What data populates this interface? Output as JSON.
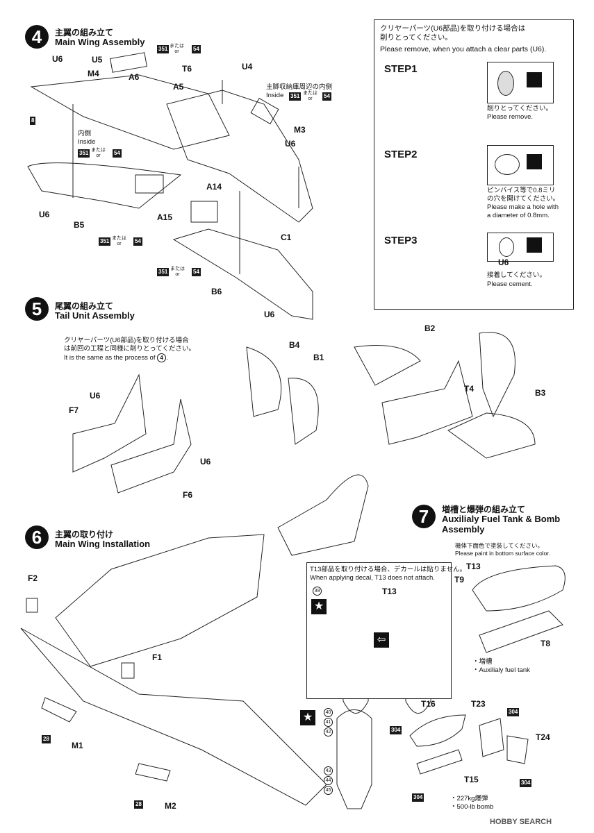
{
  "step4": {
    "number": "4",
    "title_jp": "主翼の組み立て",
    "title_en": "Main Wing Assembly",
    "parts": [
      "U6",
      "U5",
      "M4",
      "A6",
      "T6",
      "U4",
      "A5",
      "M3",
      "U6",
      "A14",
      "A15",
      "B5",
      "U6",
      "C1",
      "B6",
      "U6",
      "8"
    ],
    "inside_jp": "内側",
    "inside_en": "Inside",
    "wheel_well_jp": "主脚収納庫周辺の内側",
    "wheel_well_en": "Inside",
    "paint_a": "351",
    "paint_b": "54",
    "mataha": "または",
    "or": "or"
  },
  "clear_box": {
    "note_jp_1": "クリヤーパーツ(U6部品)を取り付ける場合は",
    "note_jp_2": "削りとってください。",
    "note_en": "Please remove, when you attach a clear parts (U6).",
    "step1": "STEP1",
    "step1_jp": "削りとってください。",
    "step1_en": "Please remove.",
    "step2": "STEP2",
    "step2_jp_1": "ピンバイス等で0.8ミリ",
    "step2_jp_2": "の穴を開けてください。",
    "step2_en_1": "Please make a hole with",
    "step2_en_2": "a diameter of 0.8mm.",
    "step3": "STEP3",
    "step3_part": "U6",
    "step3_jp": "接着してください。",
    "step3_en": "Please cement."
  },
  "step5": {
    "number": "5",
    "title_jp": "尾翼の組み立て",
    "title_en": "Tail Unit Assembly",
    "note_jp_1": "クリヤーパーツ(U6部品)を取り付ける場合",
    "note_jp_2": "は前回の工程と同様に削りとってください。",
    "note_en": "It is the same as the process of",
    "note_ref": "4",
    "parts": [
      "U6",
      "F7",
      "U6",
      "F6",
      "B4",
      "B1",
      "B2",
      "T4",
      "B3"
    ]
  },
  "step6": {
    "number": "6",
    "title_jp": "主翼の取り付け",
    "title_en": "Main Wing Installation",
    "parts": [
      "F2",
      "F1",
      "M1",
      "M2"
    ],
    "paint_28": "28",
    "decal_note_jp": "T13部品を取り付ける場合、デカールは貼りません。",
    "decal_note_en": "When applying decal, T13 does not attach.",
    "decal_39": "39",
    "t13": "T13",
    "decals": [
      "40",
      "41",
      "42",
      "43",
      "44",
      "45"
    ]
  },
  "step7": {
    "number": "7",
    "title_jp": "増槽と爆弾の組み立て",
    "title_en_1": "Auxilialy Fuel Tank & Bomb",
    "title_en_2": "Assembly",
    "paint_note_jp": "機体下面色で塗装してください。",
    "paint_note_en": "Please paint in bottom surface color.",
    "parts": [
      "T13",
      "T9",
      "T8",
      "T16",
      "T23",
      "T24",
      "T15"
    ],
    "tank_jp": "・増槽",
    "tank_en": "・Auxilialy fuel tank",
    "bomb_jp": "・227kg爆弾",
    "bomb_en": "・500-lb bomb",
    "paint_304": "304"
  },
  "watermark": "HOBBY SEARCH"
}
